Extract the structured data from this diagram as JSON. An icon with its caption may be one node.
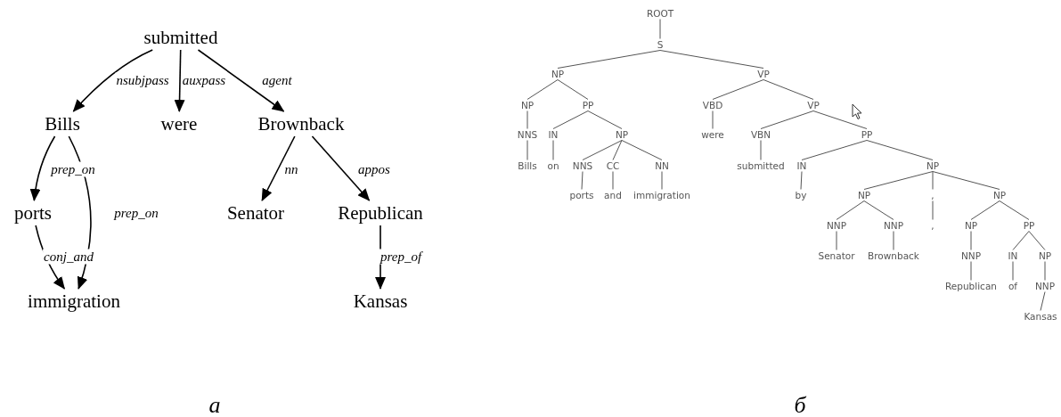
{
  "diagram": {
    "nodes": [
      {
        "text": [
          "submitted"
        ]
      },
      {
        "text": [
          "Bills"
        ]
      },
      {
        "text": [
          "were"
        ]
      },
      {
        "text": [
          "Brownback"
        ]
      },
      {
        "text": [
          "ports"
        ]
      },
      {
        "text": [
          "Senator"
        ]
      },
      {
        "text": [
          "Republican"
        ]
      },
      {
        "text": [
          "immigration"
        ]
      },
      {
        "text": [
          "Kansas"
        ]
      },
      {
        "text": [
          "ROOT"
        ]
      },
      {
        "text": [
          "S"
        ]
      },
      {
        "text": [
          "NP"
        ]
      },
      {
        "text": [
          "VP"
        ]
      },
      {
        "text": [
          "NP"
        ]
      },
      {
        "text": [
          "PP"
        ]
      },
      {
        "text": [
          "VBD"
        ]
      },
      {
        "text": [
          "VP"
        ]
      },
      {
        "text": [
          "NNS"
        ]
      },
      {
        "text": [
          "IN"
        ]
      },
      {
        "text": [
          "NP"
        ]
      },
      {
        "text": [
          "were"
        ]
      },
      {
        "text": [
          "VBN"
        ]
      },
      {
        "text": [
          "PP"
        ]
      },
      {
        "text": [
          "Bills"
        ]
      },
      {
        "text": [
          "on"
        ]
      },
      {
        "text": [
          "NNS"
        ]
      },
      {
        "text": [
          "CC"
        ]
      },
      {
        "text": [
          "NN"
        ]
      },
      {
        "text": [
          "submitted"
        ]
      },
      {
        "text": [
          "IN"
        ]
      },
      {
        "text": [
          "NP"
        ]
      },
      {
        "text": [
          "ports"
        ]
      },
      {
        "text": [
          "and"
        ]
      },
      {
        "text": [
          "immigration"
        ]
      },
      {
        "text": [
          "by"
        ]
      },
      {
        "text": [
          "NP"
        ]
      },
      {
        "text": [
          ","
        ]
      },
      {
        "text": [
          "NP"
        ]
      },
      {
        "text": [
          "NNP"
        ]
      },
      {
        "text": [
          "NNP"
        ]
      },
      {
        "text": [
          ","
        ]
      },
      {
        "text": [
          "NP"
        ]
      },
      {
        "text": [
          "PP"
        ]
      },
      {
        "text": [
          "Senator"
        ]
      },
      {
        "text": [
          "Brownback"
        ]
      },
      {
        "text": [
          "NNP"
        ]
      },
      {
        "text": [
          "IN"
        ]
      },
      {
        "text": [
          "NP"
        ]
      },
      {
        "text": [
          "Republican"
        ]
      },
      {
        "text": [
          "of"
        ]
      },
      {
        "text": [
          "NNP"
        ]
      },
      {
        "text": [
          "Kansas"
        ]
      }
    ],
    "edges": [
      {
        "from": 0,
        "to": 1,
        "arrow": "to",
        "label": "nsubjpass",
        "color": "#000000"
      },
      {
        "from": 0,
        "to": 2,
        "arrow": "to",
        "label": "auxpass",
        "color": "#000000"
      },
      {
        "from": 0,
        "to": 3,
        "arrow": "to",
        "label": "agent",
        "color": "#000000"
      },
      {
        "from": 1,
        "to": 4,
        "arrow": "to",
        "label": "prep_on",
        "color": "#000000"
      },
      {
        "from": 1,
        "to": 7,
        "arrow": "to",
        "label": "prep_on",
        "color": "#000000"
      },
      {
        "from": 4,
        "to": 7,
        "arrow": "to",
        "label": "conj_and",
        "color": "#000000"
      },
      {
        "from": 3,
        "to": 5,
        "arrow": "to",
        "label": "nn",
        "color": "#000000"
      },
      {
        "from": 3,
        "to": 6,
        "arrow": "to",
        "label": "appos",
        "color": "#000000"
      },
      {
        "from": 6,
        "to": 8,
        "arrow": "to",
        "label": "prep_of",
        "color": "#000000"
      },
      {
        "from": 9,
        "to": 10,
        "arrow": "none"
      },
      {
        "from": 10,
        "to": 11,
        "arrow": "none"
      },
      {
        "from": 10,
        "to": 12,
        "arrow": "none"
      },
      {
        "from": 11,
        "to": 13,
        "arrow": "none"
      },
      {
        "from": 11,
        "to": 14,
        "arrow": "none"
      },
      {
        "from": 12,
        "to": 15,
        "arrow": "none"
      },
      {
        "from": 12,
        "to": 16,
        "arrow": "none"
      },
      {
        "from": 13,
        "to": 17,
        "arrow": "none"
      },
      {
        "from": 14,
        "to": 18,
        "arrow": "none"
      },
      {
        "from": 14,
        "to": 19,
        "arrow": "none"
      },
      {
        "from": 15,
        "to": 20,
        "arrow": "none"
      },
      {
        "from": 16,
        "to": 21,
        "arrow": "none"
      },
      {
        "from": 16,
        "to": 22,
        "arrow": "none"
      },
      {
        "from": 17,
        "to": 23,
        "arrow": "none"
      },
      {
        "from": 18,
        "to": 24,
        "arrow": "none"
      },
      {
        "from": 19,
        "to": 25,
        "arrow": "none"
      },
      {
        "from": 19,
        "to": 26,
        "arrow": "none"
      },
      {
        "from": 19,
        "to": 27,
        "arrow": "none"
      },
      {
        "from": 21,
        "to": 28,
        "arrow": "none"
      },
      {
        "from": 22,
        "to": 29,
        "arrow": "none"
      },
      {
        "from": 22,
        "to": 30,
        "arrow": "none"
      },
      {
        "from": 25,
        "to": 31,
        "arrow": "none"
      },
      {
        "from": 26,
        "to": 32,
        "arrow": "none"
      },
      {
        "from": 27,
        "to": 33,
        "arrow": "none"
      },
      {
        "from": 29,
        "to": 34,
        "arrow": "none"
      },
      {
        "from": 30,
        "to": 35,
        "arrow": "none"
      },
      {
        "from": 30,
        "to": 36,
        "arrow": "none"
      },
      {
        "from": 30,
        "to": 37,
        "arrow": "none"
      },
      {
        "from": 35,
        "to": 38,
        "arrow": "none"
      },
      {
        "from": 35,
        "to": 39,
        "arrow": "none"
      },
      {
        "from": 36,
        "to": 40,
        "arrow": "none"
      },
      {
        "from": 37,
        "to": 41,
        "arrow": "none"
      },
      {
        "from": 37,
        "to": 42,
        "arrow": "none"
      },
      {
        "from": 38,
        "to": 43,
        "arrow": "none"
      },
      {
        "from": 39,
        "to": 44,
        "arrow": "none"
      },
      {
        "from": 41,
        "to": 45,
        "arrow": "none"
      },
      {
        "from": 42,
        "to": 46,
        "arrow": "none"
      },
      {
        "from": 42,
        "to": 47,
        "arrow": "none"
      },
      {
        "from": 45,
        "to": 48,
        "arrow": "none"
      },
      {
        "from": 46,
        "to": 49,
        "arrow": "none"
      },
      {
        "from": 47,
        "to": 50,
        "arrow": "none"
      },
      {
        "from": 50,
        "to": 51,
        "arrow": "none"
      }
    ],
    "labels": [
      "а",
      "б"
    ]
  }
}
